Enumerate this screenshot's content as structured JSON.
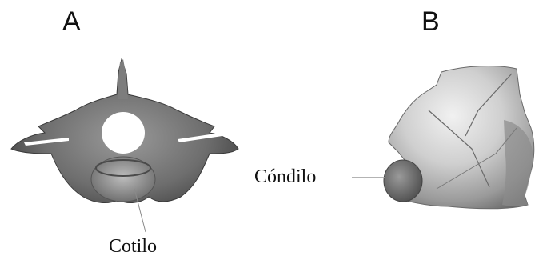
{
  "panels": {
    "a": {
      "letter": "A"
    },
    "b": {
      "letter": "B"
    }
  },
  "annotations": {
    "cotilo": "Cotilo",
    "condilo": "Cóndilo"
  },
  "colors": {
    "bone_dark": "#4a4a4a",
    "bone_mid": "#8a8a8a",
    "bone_light": "#d8d8d8",
    "background": "#ffffff"
  }
}
